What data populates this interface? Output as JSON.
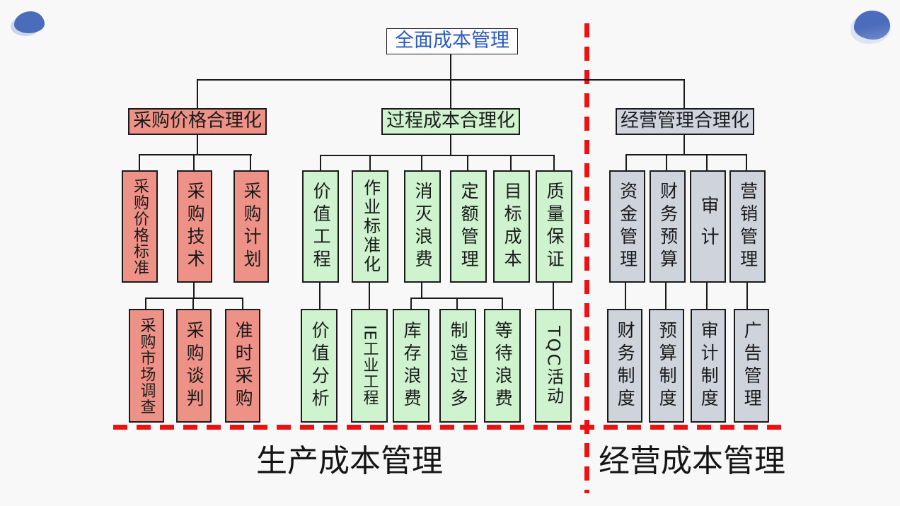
{
  "root": {
    "label": "全面成本管理"
  },
  "branches": [
    {
      "label": "采购价格合理化",
      "children": [
        "采购价格标准",
        "采购技术",
        "采购计划"
      ],
      "grandchildren": [
        "采购市场调查",
        "采购谈判",
        "准时采购"
      ]
    },
    {
      "label": "过程成本合理化",
      "children": [
        "价值工程",
        "作业标准化",
        "消灭浪费",
        "定额管理",
        "目标成本",
        "质量保证"
      ],
      "grandchildren": [
        "价值分析",
        "IE工业工程",
        "库存浪费",
        "制造过多",
        "等待浪费",
        "TQC活动"
      ]
    },
    {
      "label": "经营管理合理化",
      "children": [
        "资金管理",
        "财务预算",
        "审计",
        "营销管理"
      ],
      "grandchildren": [
        "财务制度",
        "预算制度",
        "审计制度",
        "广告管理"
      ]
    }
  ],
  "footer": {
    "left_label": "生产成本管理",
    "right_label": "经营成本管理"
  },
  "decorations": [
    "blue-blob-top-left",
    "blue-blob-top-right"
  ],
  "colors": {
    "background": "#f8f8f8",
    "branch_pink": "#ee9288",
    "branch_green": "#cef3ce",
    "branch_gray": "#ced3dc",
    "root_text_blue": "#2b5bc0",
    "divider_red": "#ee1111",
    "connector_black": "#1a1a1a",
    "blob_blue": "#4a6cbb",
    "blob_halo": "#ccd7ee"
  }
}
